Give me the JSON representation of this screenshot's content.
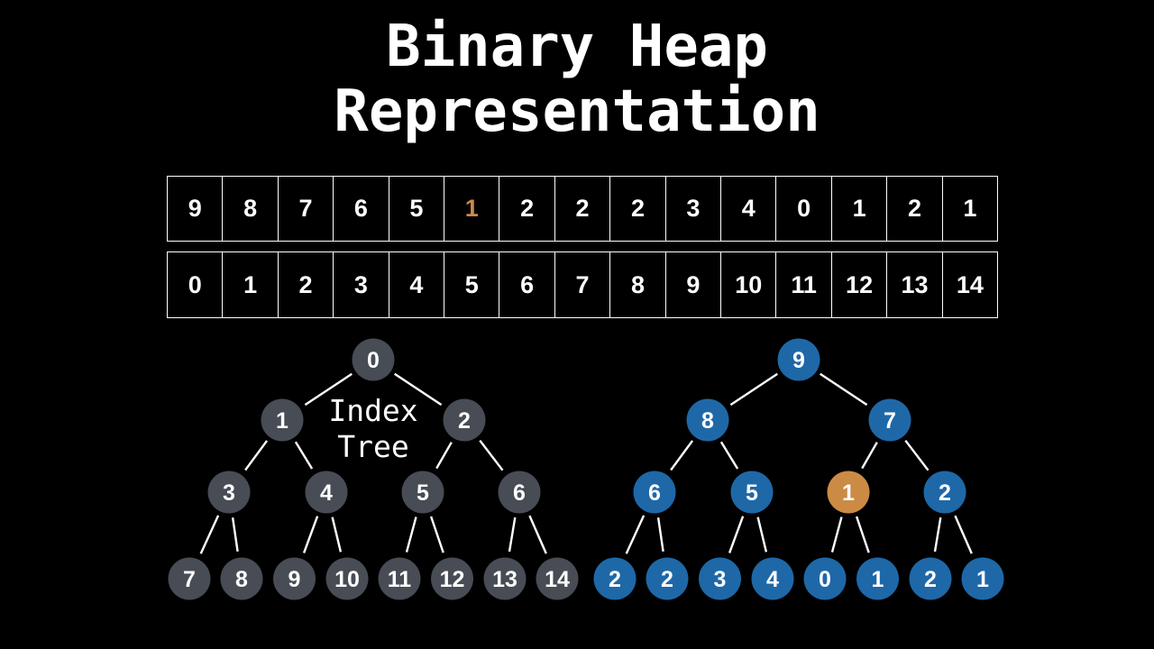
{
  "title": {
    "lines": [
      "Binary Heap",
      "Representation"
    ]
  },
  "colors": {
    "background": "#000000",
    "node_gray": "#474c55",
    "node_blue": "#1e68a8",
    "node_orange": "#cb8b44",
    "text_white": "#ffffff",
    "edge_line": "#ffffff",
    "array_highlight": "#cb8b44"
  },
  "array": {
    "values": [
      "9",
      "8",
      "7",
      "6",
      "5",
      "1",
      "2",
      "2",
      "2",
      "3",
      "4",
      "0",
      "1",
      "2",
      "1"
    ],
    "highlight_index": 5,
    "indices": [
      "0",
      "1",
      "2",
      "3",
      "4",
      "5",
      "6",
      "7",
      "8",
      "9",
      "10",
      "11",
      "12",
      "13",
      "14"
    ]
  },
  "index_tree": {
    "label_lines": [
      "Index",
      "Tree"
    ],
    "nodes": [
      "0",
      "1",
      "2",
      "3",
      "4",
      "5",
      "6",
      "7",
      "8",
      "9",
      "10",
      "11",
      "12",
      "13",
      "14"
    ],
    "highlight_index": -1,
    "node_color_key": "node_gray"
  },
  "value_tree": {
    "nodes": [
      "9",
      "8",
      "7",
      "6",
      "5",
      "1",
      "2",
      "2",
      "2",
      "3",
      "4",
      "0",
      "1",
      "2",
      "1"
    ],
    "highlight_index": 5,
    "node_color_key": "node_blue"
  }
}
